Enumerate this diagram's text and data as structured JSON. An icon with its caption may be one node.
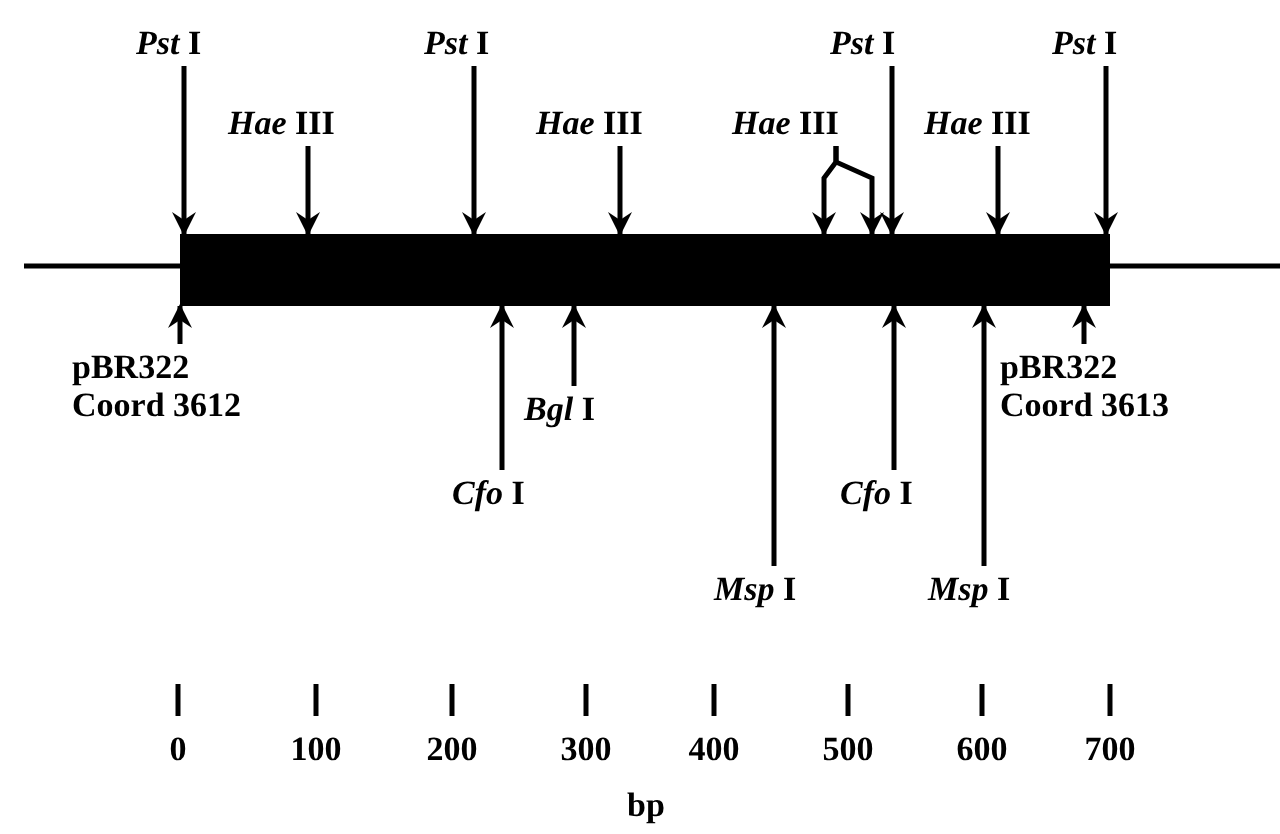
{
  "diagram": {
    "nodes": [
      {
        "text": [
          "*Pst* I"
        ]
      },
      {
        "text": [
          "*Pst* I"
        ]
      },
      {
        "text": [
          "*Pst* I"
        ]
      },
      {
        "text": [
          "*Pst* I"
        ]
      },
      {
        "text": [
          "*Hae* III"
        ]
      },
      {
        "text": [
          "*Hae* III"
        ]
      },
      {
        "text": [
          "*Hae* III"
        ]
      },
      {
        "text": [
          "*Hae* III"
        ]
      },
      {
        "text": [],
        "shape": "bar"
      },
      {
        "text": [
          "pBR322 Coord 3612"
        ]
      },
      {
        "text": [
          "pBR322 Coord 3613"
        ]
      },
      {
        "text": [
          "*Bgl* I"
        ]
      },
      {
        "text": [
          "*Cfo* I"
        ]
      },
      {
        "text": [
          "*Cfo* I"
        ]
      },
      {
        "text": [
          "*Msp* I"
        ]
      },
      {
        "text": [
          "*Msp* I"
        ]
      }
    ],
    "edges": [
      {
        "from": 0,
        "to": 8,
        "arrow": "to"
      },
      {
        "from": 1,
        "to": 8,
        "arrow": "to"
      },
      {
        "from": 2,
        "to": 8,
        "arrow": "to"
      },
      {
        "from": 3,
        "to": 8,
        "arrow": "to"
      },
      {
        "from": 4,
        "to": 8,
        "arrow": "to"
      },
      {
        "from": 5,
        "to": 8,
        "arrow": "to"
      },
      {
        "from": 6,
        "to": 8,
        "arrow": "to"
      },
      {
        "from": 6,
        "to": 8,
        "arrow": "to"
      },
      {
        "from": 7,
        "to": 8,
        "arrow": "to"
      },
      {
        "from": 9,
        "to": 8,
        "arrow": "to"
      },
      {
        "from": 10,
        "to": 8,
        "arrow": "to"
      },
      {
        "from": 11,
        "to": 8,
        "arrow": "to"
      },
      {
        "from": 12,
        "to": 8,
        "arrow": "to"
      },
      {
        "from": 13,
        "to": 8,
        "arrow": "to"
      },
      {
        "from": 14,
        "to": 8,
        "arrow": "to"
      },
      {
        "from": 15,
        "to": 8,
        "arrow": "to"
      }
    ],
    "labels": [
      "0",
      "100",
      "200",
      "300",
      "400",
      "500",
      "600",
      "700",
      "bp"
    ]
  }
}
